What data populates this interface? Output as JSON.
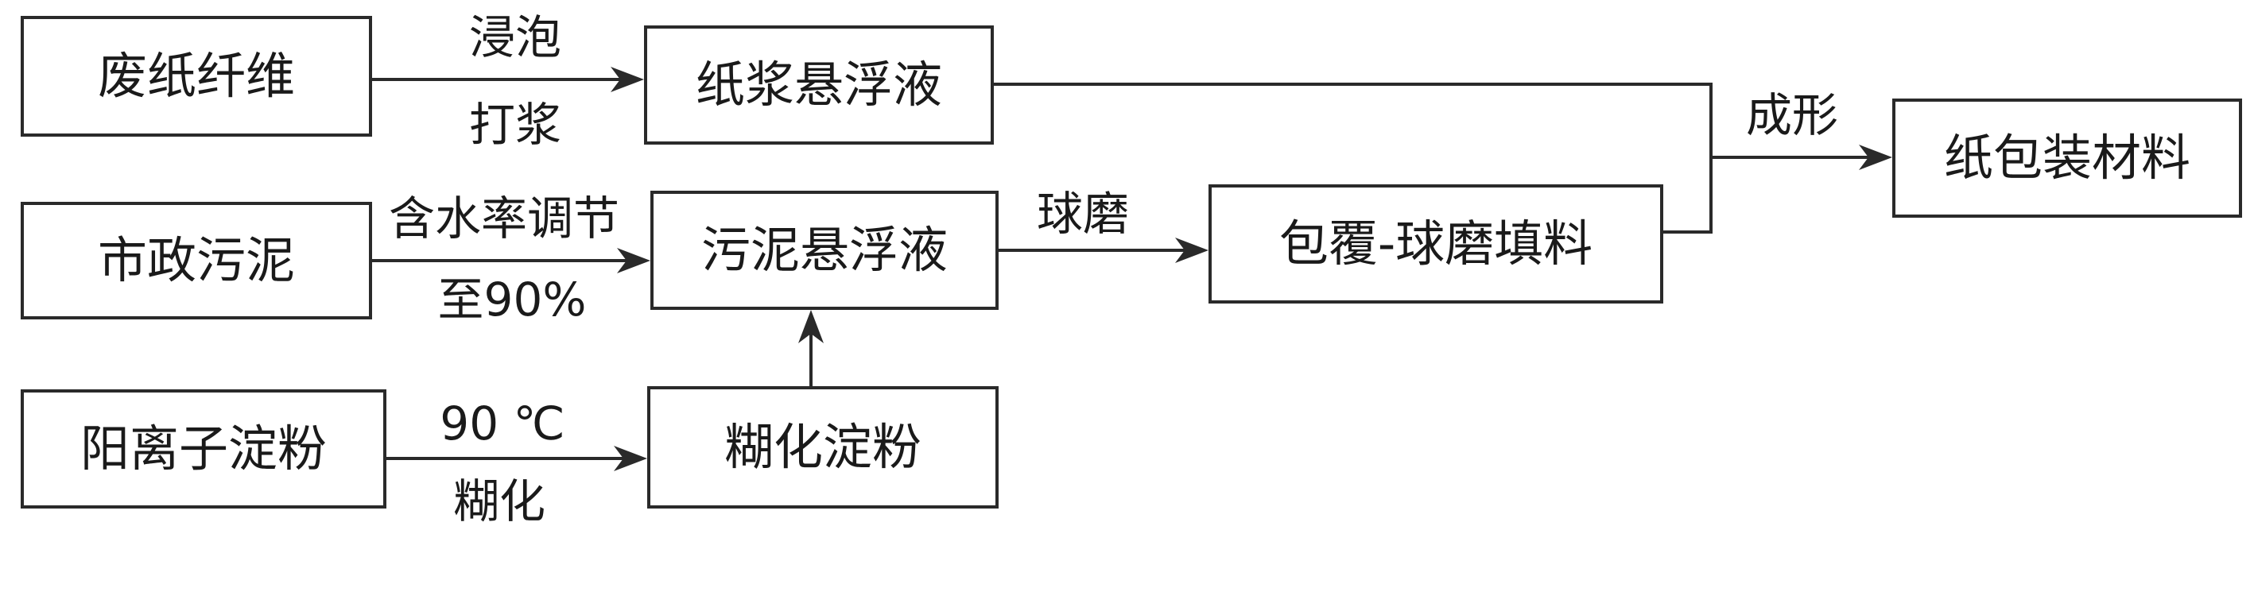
{
  "nodes": {
    "waste_paper_fiber": "废纸纤维",
    "municipal_sludge": "市政污泥",
    "cationic_starch": "阳离子淀粉",
    "pulp_suspension": "纸浆悬浮液",
    "sludge_suspension": "污泥悬浮液",
    "gelatinized_starch": "糊化淀粉",
    "coated_milled_filler": "包覆-球磨填料",
    "paper_packaging_material": "纸包装材料"
  },
  "edges": {
    "soak": "浸泡",
    "beat": "打浆",
    "moisture_adjust": "含水率调节",
    "to_90_percent": "至90%",
    "temp_90c": "90 ℃",
    "gelatinize": "糊化",
    "ball_mill": "球磨",
    "forming": "成形"
  }
}
